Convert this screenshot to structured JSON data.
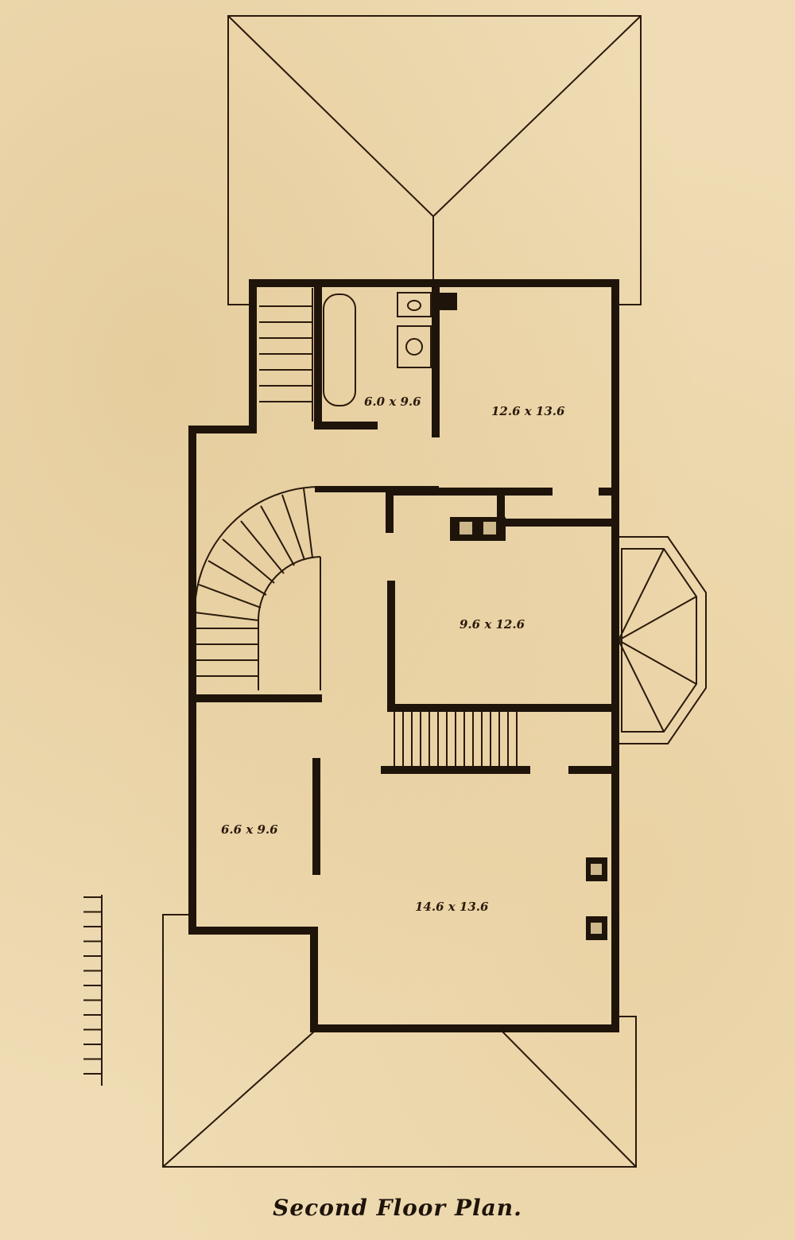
{
  "caption": "Second Floor Plan.",
  "rooms": {
    "bath": "6.0 x 9.6",
    "bedroom_ne": "12.6 x 13.6",
    "bedroom_e": "9.6 x 12.6",
    "bedroom_w": "6.6 x 9.6",
    "bedroom_s": "14.6 x 13.6"
  },
  "colors": {
    "paper": "#efdcb4",
    "ink": "#1e140a"
  }
}
